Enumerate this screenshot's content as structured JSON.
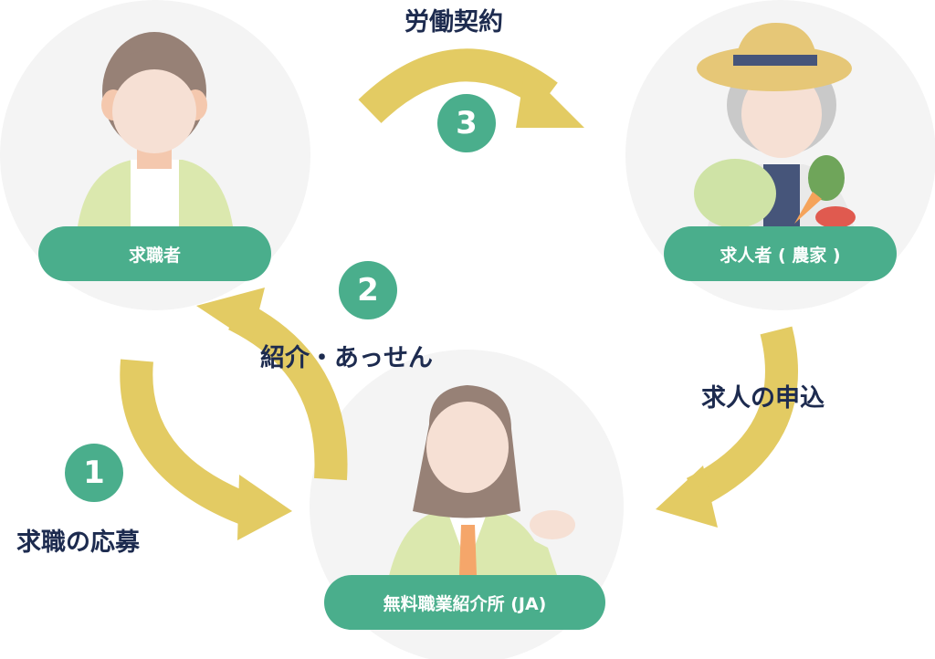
{
  "colors": {
    "accent_green": "#4aae8c",
    "arrow_yellow": "#e3cb63",
    "text_navy": "#1d2b4f",
    "circle_bg": "#f4f4f4"
  },
  "actors": {
    "job_seeker": "求職者",
    "employer": "求人者 ( 農家 )",
    "agency": "無料職業紹介所 (JA)"
  },
  "steps": [
    {
      "number": "1",
      "label": "求職の応募"
    },
    {
      "number": "2",
      "label": "紹介・あっせん"
    },
    {
      "number": "3",
      "label": "労働契約"
    }
  ],
  "flow_label": "求人の申込"
}
